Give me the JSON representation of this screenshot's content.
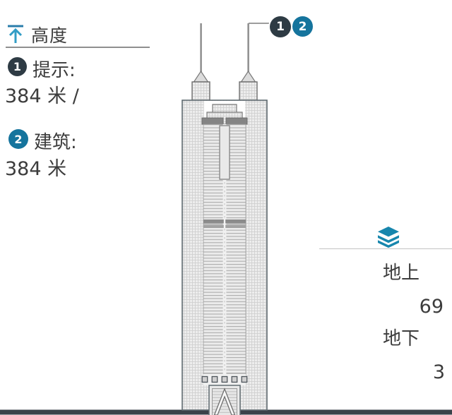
{
  "colors": {
    "accent_teal": "#15749d",
    "arrow_blue": "#2f94c0",
    "badge_dark": "#2e3b44",
    "ground_band": "#3a4249",
    "building_line": "#6e6e6e",
    "building_fill": "#ededed"
  },
  "header": {
    "title": "高度",
    "icon": "arrow-up-to-line-icon"
  },
  "height_items": [
    {
      "badge": "1",
      "label": "提示:",
      "value": "384 米 /"
    },
    {
      "badge": "2",
      "label": "建筑:",
      "value": "384 米"
    }
  ],
  "callouts": {
    "badge1": "1",
    "badge2": "2"
  },
  "floors_panel": {
    "icon": "layers-icon",
    "rows": [
      {
        "label": "地上",
        "value": "69"
      },
      {
        "label": "地下",
        "value": "3"
      }
    ]
  }
}
